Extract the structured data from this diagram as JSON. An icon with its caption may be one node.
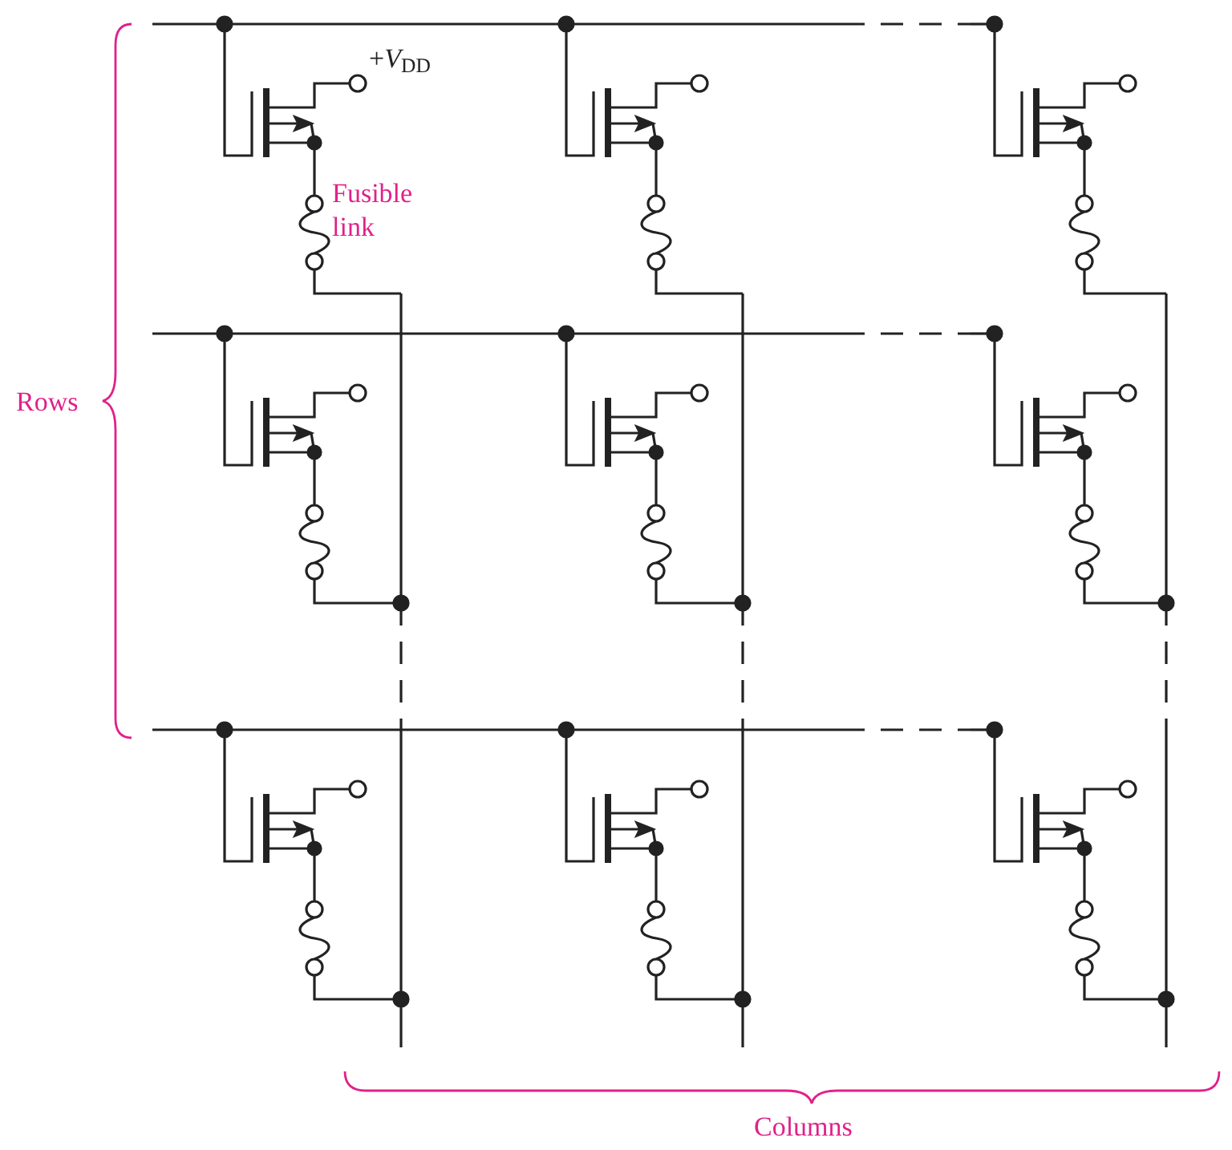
{
  "diagram": {
    "labels": [
      "+*V*$_{DD}$",
      "Fusible link",
      "Rows",
      "Columns"
    ]
  }
}
